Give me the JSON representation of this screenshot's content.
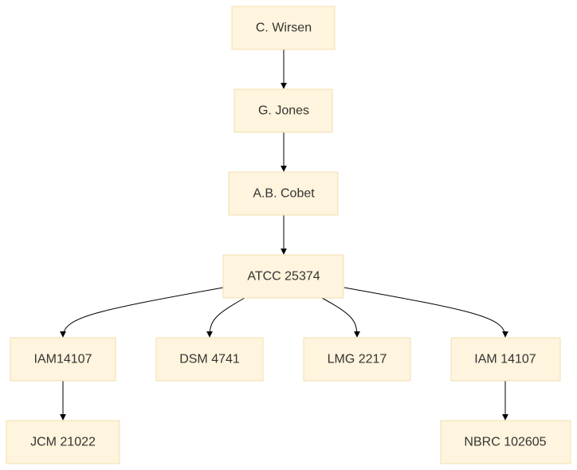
{
  "nodes": {
    "wirsen": "C. Wirsen",
    "jones": "G. Jones",
    "cobet": "A.B. Cobet",
    "atcc": "ATCC 25374",
    "iam14107a": "IAM14107",
    "dsm": "DSM 4741",
    "lmg": "LMG 2217",
    "iam14107b": "IAM 14107",
    "jcm": "JCM 21022",
    "nbrc": "NBRC 102605"
  },
  "edges": [
    [
      "wirsen",
      "jones"
    ],
    [
      "jones",
      "cobet"
    ],
    [
      "cobet",
      "atcc"
    ],
    [
      "atcc",
      "iam14107a"
    ],
    [
      "atcc",
      "dsm"
    ],
    [
      "atcc",
      "lmg"
    ],
    [
      "atcc",
      "iam14107b"
    ],
    [
      "iam14107a",
      "jcm"
    ],
    [
      "iam14107b",
      "nbrc"
    ]
  ],
  "colors": {
    "node_fill": "#fff4dd",
    "node_border": "#f2dfb0",
    "edge": "#000000",
    "text": "#333333"
  }
}
